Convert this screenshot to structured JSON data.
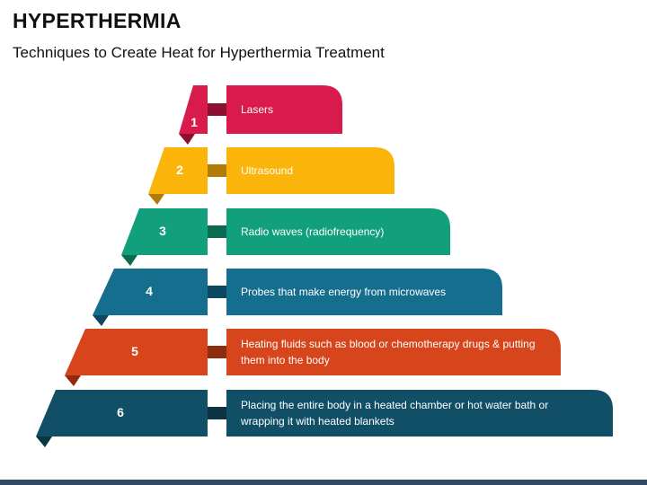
{
  "title": "HYPERTHERMIA",
  "subtitle": "Techniques to Create Heat for Hyperthermia Treatment",
  "steps": [
    {
      "number": "1",
      "label": "Lasers",
      "color": "#d81b4b",
      "shade": "#8e0f30"
    },
    {
      "number": "2",
      "label": "Ultrasound",
      "color": "#fbb40a",
      "shade": "#b07c05"
    },
    {
      "number": "3",
      "label": "Radio waves (radiofrequency)",
      "color": "#11a07b",
      "shade": "#0a6b52"
    },
    {
      "number": "4",
      "label": "Probes that make energy from microwaves",
      "color": "#166e8f",
      "shade": "#0d4860"
    },
    {
      "number": "5",
      "label": "Heating fluids such as blood or chemotherapy drugs & putting them into the body",
      "color": "#d6451c",
      "shade": "#8f2c10"
    },
    {
      "number": "6",
      "label": "Placing the entire body in a heated chamber or hot water bath or wrapping it with heated blankets",
      "color": "#114f67",
      "shade": "#0a3344"
    }
  ]
}
